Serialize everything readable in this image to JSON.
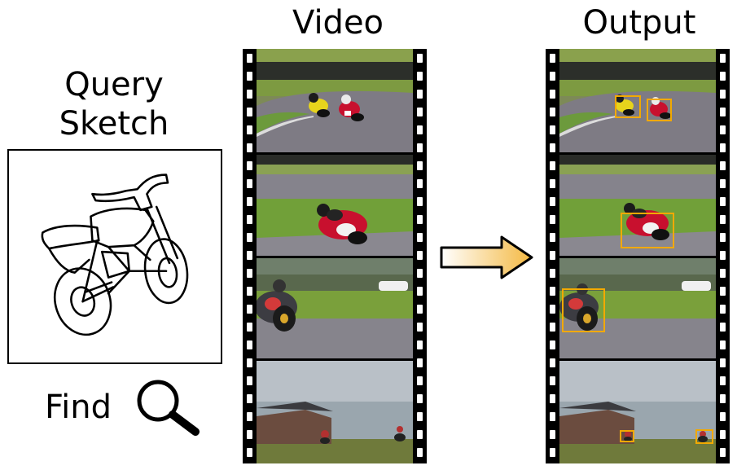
{
  "labels": {
    "query": "Query",
    "sketch": "Sketch",
    "video": "Video",
    "output": "Output",
    "find": "Find"
  },
  "colors": {
    "bbox": "#f2a900",
    "arrow_start": "#ffffff",
    "arrow_end": "#f4b942",
    "film": "#000000"
  },
  "icons": {
    "search": "magnifier-icon",
    "flow": "right-arrow-icon"
  }
}
